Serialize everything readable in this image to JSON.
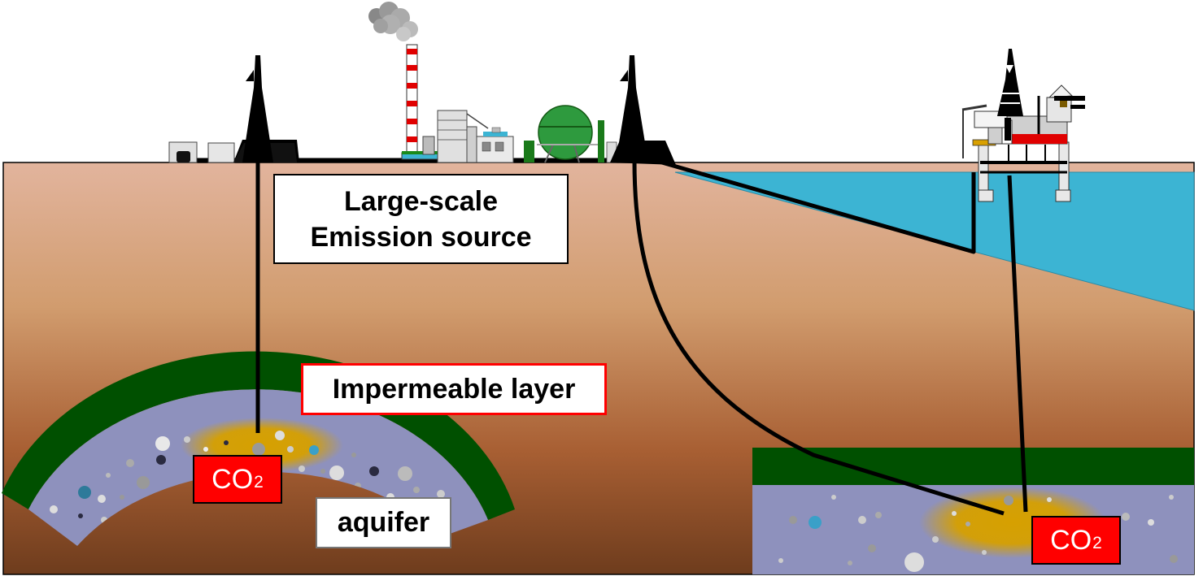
{
  "labels": {
    "emission_line1": "Large-scale",
    "emission_line2": "Emission source",
    "impermeable": "Impermeable layer",
    "aquifer": "aquifer",
    "co2_main": "CO",
    "co2_sub": "2"
  },
  "colors": {
    "ground_top": "#e2b49d",
    "ground_mid": "#c58250",
    "ground_bottom": "#6e3c1d",
    "sea": "#3cb4d3",
    "impermeable_layer": "#005000",
    "aquifer": "#8e91bd",
    "co2_plume": "#d6a000",
    "co2_box": "#ff0000",
    "impermeable_border": "#ff0000"
  }
}
